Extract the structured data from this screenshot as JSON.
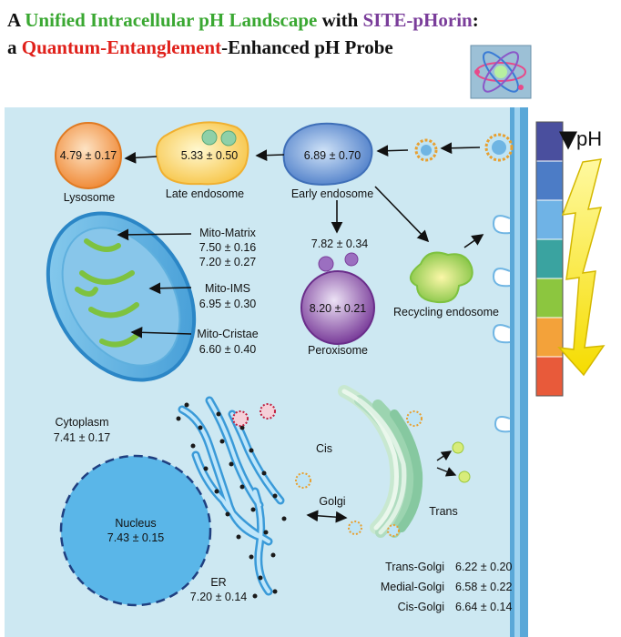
{
  "title": {
    "prefix": "A ",
    "highlight1": "Unified Intracellular pH Landscape",
    "middle": " with ",
    "highlight2": "SITE-pHorin",
    "suffix": ":",
    "line2_prefix": "a ",
    "highlight3": "Quantum-Entanglement",
    "line2_suffix": "-Enhanced pH Probe"
  },
  "organelles": {
    "lysosome": {
      "label": "Lysosome",
      "value": "4.79 ± 0.17"
    },
    "late_endosome": {
      "label": "Late endosome",
      "value": "5.33 ± 0.50"
    },
    "early_endosome": {
      "label": "Early endosome",
      "value": "6.89 ± 0.70"
    },
    "vesicle_value": "7.82 ± 0.34",
    "peroxisome": {
      "label": "Peroxisome",
      "value": "8.20 ± 0.21"
    },
    "recycling_endosome": {
      "label": "Recycling endosome"
    },
    "mito_matrix": {
      "label": "Mito-Matrix",
      "value1": "7.50 ± 0.16",
      "value2": "7.20 ± 0.27"
    },
    "mito_ims": {
      "label": "Mito-IMS",
      "value": "6.95 ± 0.30"
    },
    "mito_cristae": {
      "label": "Mito-Cristae",
      "value": "6.60 ± 0.40"
    },
    "cytoplasm": {
      "label": "Cytoplasm",
      "value": "7.41 ± 0.17"
    },
    "nucleus": {
      "label": "Nucleus",
      "value": "7.43 ± 0.15"
    },
    "er": {
      "label": "ER",
      "value": "7.20 ± 0.14"
    },
    "golgi": {
      "label": "Golgi",
      "cis": "Cis",
      "trans": "Trans"
    },
    "golgi_table": [
      {
        "name": "Trans-Golgi",
        "value": "6.22 ± 0.20"
      },
      {
        "name": "Medial-Golgi",
        "value": "6.58 ± 0.22"
      },
      {
        "name": "Cis-Golgi",
        "value": "6.64 ± 0.14"
      }
    ]
  },
  "ph_scale": {
    "label": "pH",
    "colors": [
      "#4a4f9e",
      "#4c7cc6",
      "#6fb3e6",
      "#3aa3a0",
      "#8cc63f",
      "#f3a23a",
      "#e85a3a"
    ]
  },
  "colors": {
    "cell_bg": "#cde8f2",
    "membrane": "#5aa8d8",
    "arrow": "#111111"
  }
}
